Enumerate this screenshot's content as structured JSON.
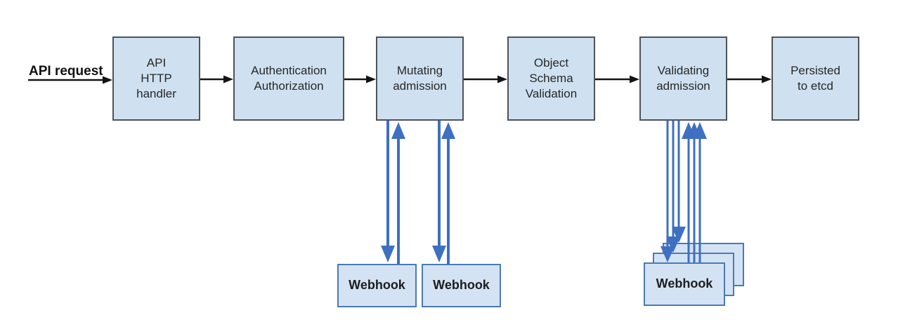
{
  "diagram": {
    "request_label": "API request",
    "nodes": [
      {
        "label": "API\nHTTP\nhandler"
      },
      {
        "label": "Authentication\nAuthorization"
      },
      {
        "label": "Mutating\nadmission"
      },
      {
        "label": "Object\nSchema\nValidation"
      },
      {
        "label": "Validating\nadmission"
      },
      {
        "label": "Persisted\nto etcd"
      }
    ],
    "mutating_webhooks": [
      {
        "label": "Webhook"
      },
      {
        "label": "Webhook"
      }
    ],
    "validating_webhooks": [
      {
        "label": "Webhook"
      },
      {
        "label": "Webhook"
      },
      {
        "label": "Webhook"
      }
    ],
    "colors": {
      "node_fill": "#cfe1f0",
      "node_border": "#4d535a",
      "webhook_fill": "#d4e3f3",
      "webhook_border": "#4a7ab8",
      "flow_arrow": "#141414",
      "webhook_arrow": "#3e6fc1"
    }
  }
}
